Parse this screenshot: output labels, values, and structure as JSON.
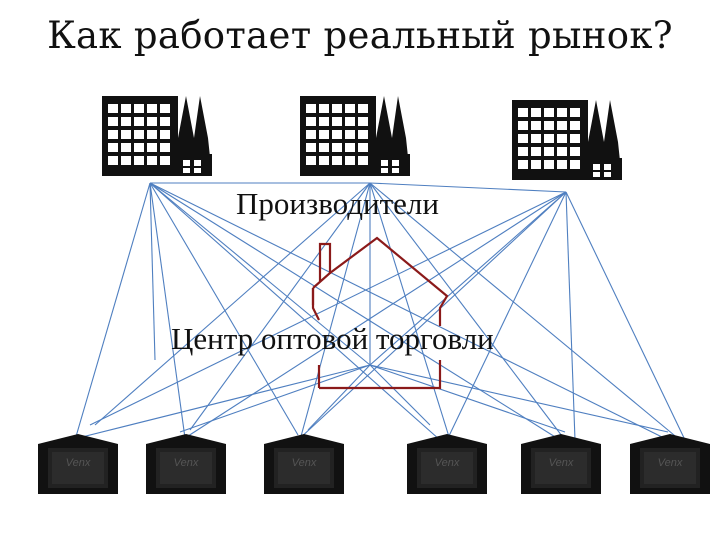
{
  "slide": {
    "title": "Как работает реальный рынок?",
    "producers_label": "Производители",
    "wholesale_label": "Центр оптовой торговли"
  },
  "colors": {
    "connector": "#4f7fc0",
    "house": "#8b1a1a",
    "ink": "#111111"
  },
  "icons": {
    "producer": "factory-icon",
    "wholesale": "warehouse-house-icon",
    "retail": "market-stall-icon"
  },
  "diagram": {
    "producers": [
      "factory-1",
      "factory-2",
      "factory-3"
    ],
    "retailers": [
      "stall-1",
      "stall-2",
      "stall-3",
      "stall-4",
      "stall-5",
      "stall-6"
    ]
  }
}
